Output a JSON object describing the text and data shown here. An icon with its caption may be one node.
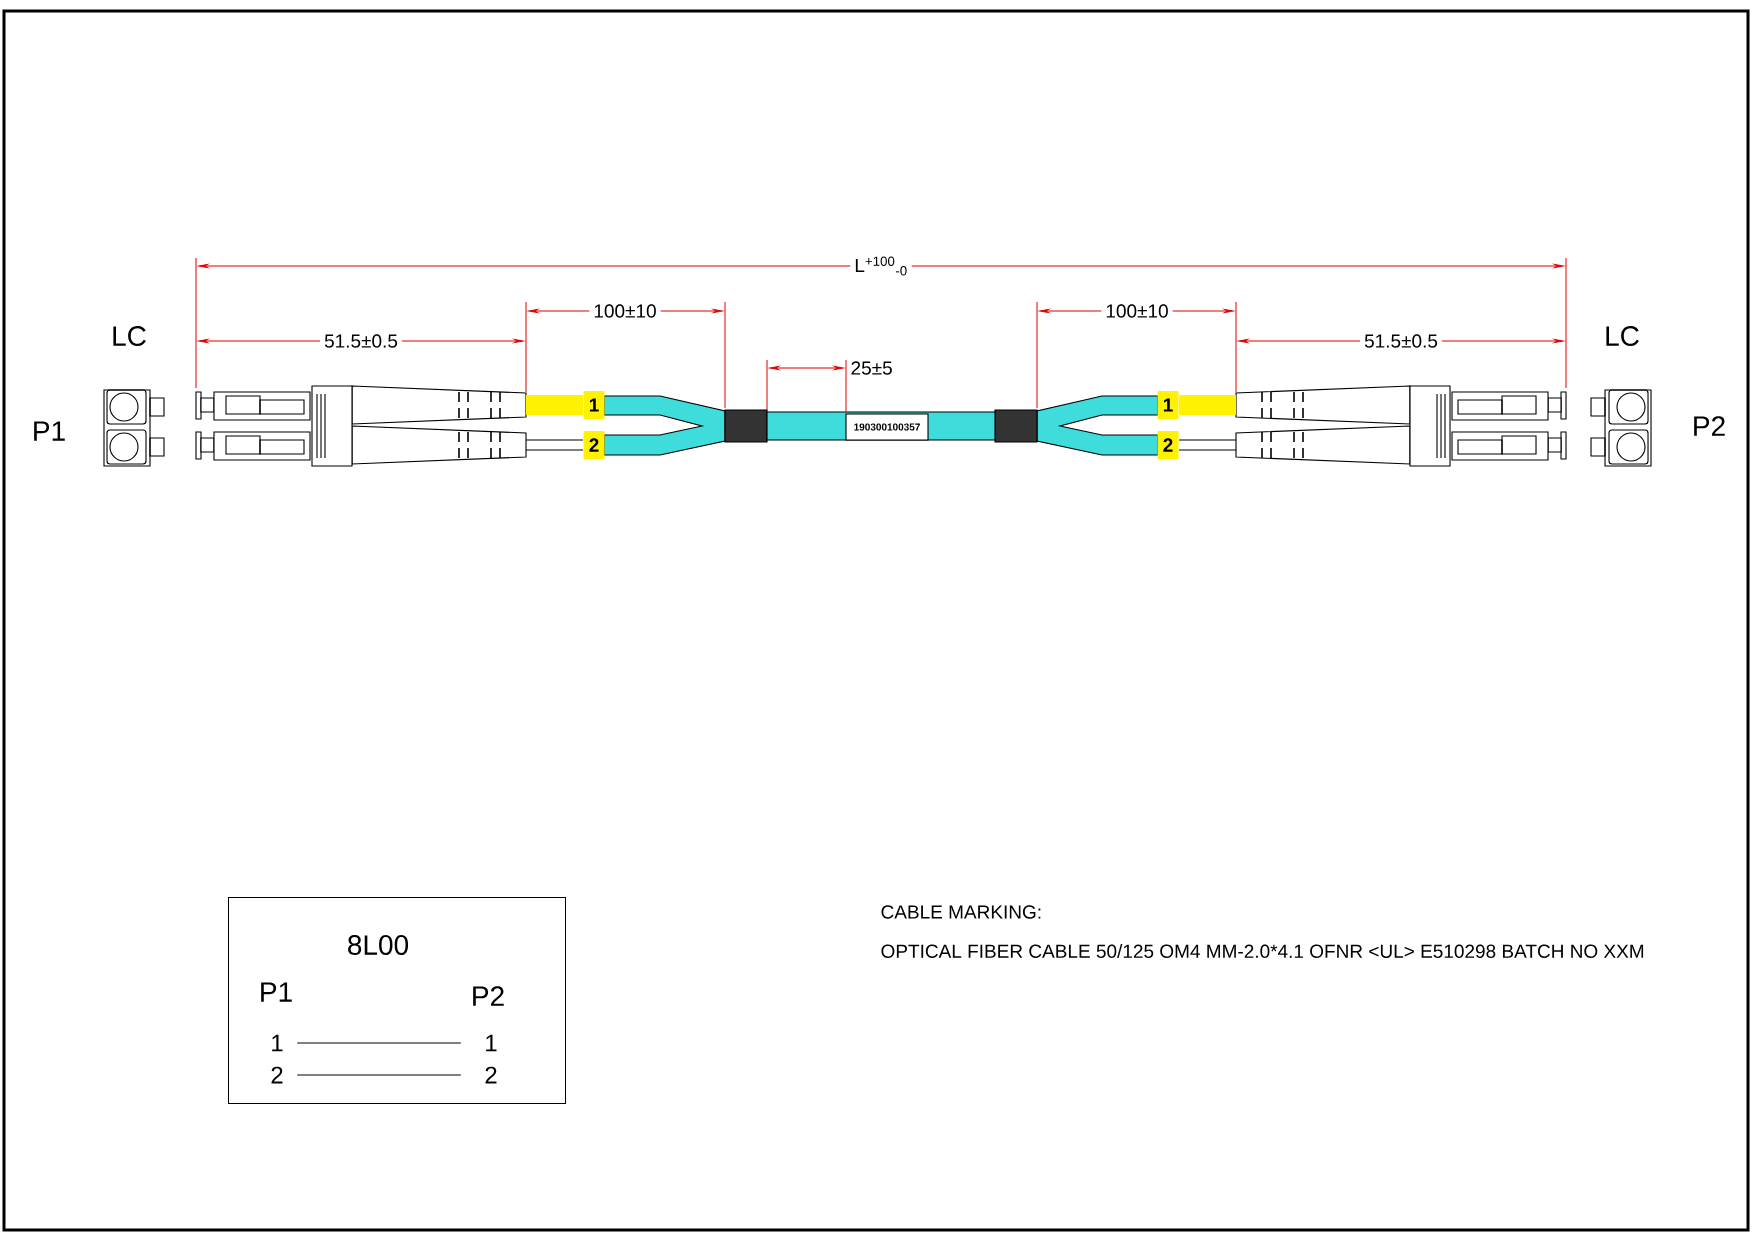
{
  "diagram": {
    "nodes": [
      {
        "text": [
          "8L00"
        ]
      },
      {
        "text": [
          "P1"
        ],
        "in": 0
      },
      {
        "text": [
          "P2"
        ],
        "in": 0
      },
      {
        "text": [
          "1"
        ],
        "in": 0
      },
      {
        "text": [
          "1"
        ],
        "in": 0
      },
      {
        "text": [
          "2"
        ],
        "in": 0
      },
      {
        "text": [
          "2"
        ],
        "in": 0
      }
    ],
    "edges": [
      {
        "from": 3,
        "to": 4,
        "arrow": "none"
      },
      {
        "from": 5,
        "to": 6,
        "arrow": "none"
      }
    ],
    "labels": [
      "L$^{+100}$$_{-0}$",
      "100±10",
      "100±10",
      "LC",
      "51.5±0.5",
      "51.5±0.5",
      "LC",
      "25±5",
      "P1",
      "1",
      "190300100357",
      "1",
      "P2",
      "2",
      "2",
      "CABLE MARKING:",
      "OPTICAL FIBER CABLE 50/125 OM4 MM-2.0*4.1 OFNR <UL> E510298 BATCH NO XXM"
    ]
  }
}
